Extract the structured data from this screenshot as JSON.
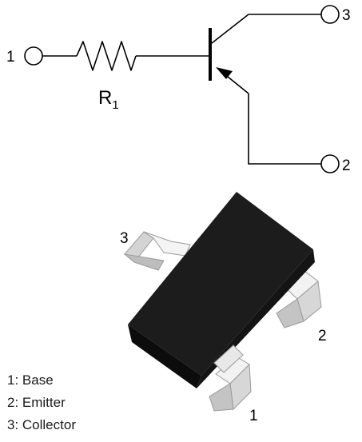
{
  "schematic": {
    "resistor_ref": "R",
    "resistor_sub": "1",
    "pin_base": "1",
    "pin_emitter": "2",
    "pin_collector": "3"
  },
  "package": {
    "pin_collector": "3",
    "pin_emitter": "2",
    "pin_base": "1"
  },
  "legend": {
    "items": [
      {
        "label": "1: Base"
      },
      {
        "label": "2: Emitter"
      },
      {
        "label": "3: Collector"
      }
    ]
  },
  "colors": {
    "body": "#1c1c1c",
    "lead": "#ececec"
  }
}
